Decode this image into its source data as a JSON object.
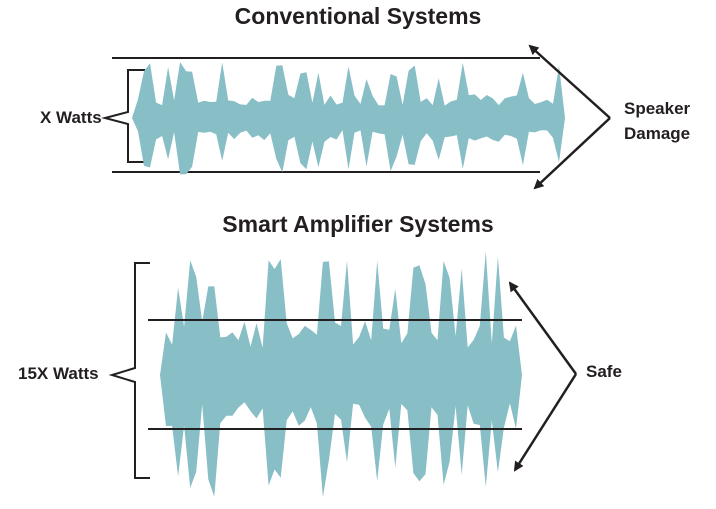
{
  "conventional": {
    "title": "Conventional Systems",
    "power_label": "X Watts",
    "outcome_line1": "Speaker",
    "outcome_line2": "Damage"
  },
  "smart": {
    "title": "Smart Amplifier Systems",
    "power_label": "15X Watts",
    "outcome": "Safe"
  },
  "colors": {
    "waveform": "#88bec6",
    "lines": "#231f20"
  }
}
